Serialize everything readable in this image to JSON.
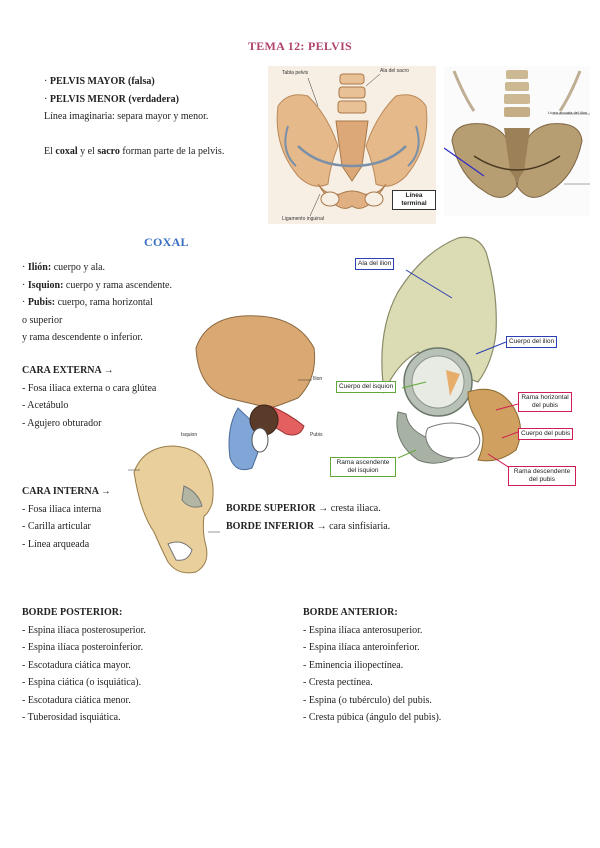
{
  "title": "TEMA 12: PELVIS",
  "intro": {
    "line1": "PELVIS MAYOR (falsa)",
    "line2": "PELVIS MENOR (verdadera)",
    "line3": "Línea imaginaria: separa mayor y menor.",
    "line4_pre": "El ",
    "line4_b1": "coxal",
    "line4_mid": " y el ",
    "line4_b2": "sacro",
    "line4_post": " forman parte de la pelvis."
  },
  "fig1": {
    "label_ala": "Ala del sacro",
    "label_tabla": "Tabla pelvis",
    "label_linea": "Línea terminal",
    "label_lig": "Ligamento inguinal"
  },
  "fig2": {
    "label": "Línea arcuata del ilion"
  },
  "coxal": {
    "heading": "COXAL",
    "ilion_b": "Ilión:",
    "ilion_t": " cuerpo y ala.",
    "isquion_b": "Isquion:",
    "isquion_t": " cuerpo y rama ascendente.",
    "pubis_b": "Pubis:",
    "pubis_t": " cuerpo, rama horizontal",
    "pubis_l2": "o superior",
    "pubis_l3": "y rama descendente o inferior."
  },
  "cara_externa": {
    "heading": "CARA EXTERNA →",
    "items": [
      "- Fosa iliaca externa o cara glútea",
      "- Acetábulo",
      "- Agujero obturador"
    ]
  },
  "fig3": {
    "label_ilion": "Ilion",
    "label_isquion": "Isquion",
    "label_pubis": "Pubis"
  },
  "fig4": {
    "ala_ilion": "Ala del ilion",
    "cuerpo_ilion": "Cuerpo del ilion",
    "cuerpo_isquion": "Cuerpo del isquion",
    "rama_horizontal": "Rama horizontal del pubis",
    "cuerpo_pubis": "Cuerpo del pubis",
    "rama_ascendente": "Rama ascendente del isquion",
    "rama_descendente": "Rama descendente del pubis"
  },
  "cara_interna": {
    "heading": "CARA INTERNA →",
    "items": [
      "- Fosa iliaca interna",
      "- Carilla articular",
      "- Línea arqueada"
    ]
  },
  "bordes_mid": {
    "sup_b": "BORDE SUPERIOR →",
    "sup_t": " cresta iliaca.",
    "inf_b": "BORDE INFERIOR →",
    "inf_t": " cara sinfisiaria."
  },
  "borde_posterior": {
    "heading": "BORDE POSTERIOR:",
    "items": [
      "- Espina ilíaca posterosuperior.",
      "- Espina ilíaca posteroinferior.",
      "- Escotadura ciática mayor.",
      "- Espina ciática (o isquiática).",
      "- Escotadura ciática menor.",
      "- Tuberosidad isquiática."
    ]
  },
  "borde_anterior": {
    "heading": "BORDE ANTERIOR:",
    "items": [
      "- Espina ilíaca anterosuperior.",
      "- Espina ilíaca anteroinferior.",
      "- Eminencia iliopectínea.",
      "- Cresta pectínea.",
      "- Espina (o tubérculo) del pubis.",
      "- Cresta púbica (ángulo del pubis)."
    ]
  }
}
